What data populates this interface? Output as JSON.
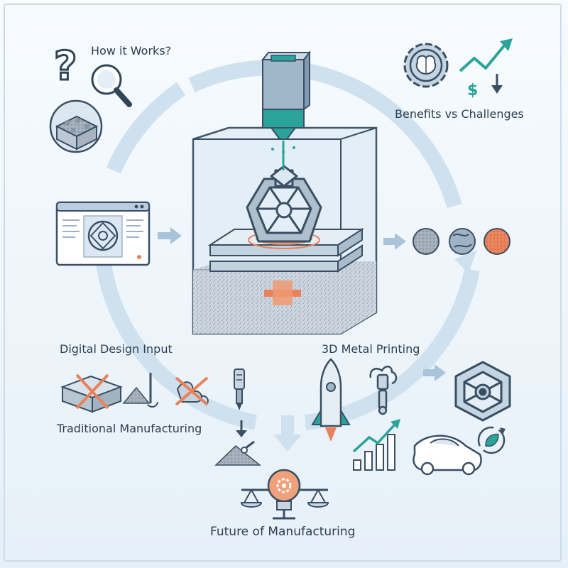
{
  "labels": {
    "how_it_works": "How it Works?",
    "benefits_vs_challenges": "Benefits vs Challenges",
    "digital_design_input": "Digital Design Input",
    "metal_printing": "3D Metal Printing",
    "traditional_manufacturing": "Traditional Manufacturing",
    "future_of_manufacturing": "Future of Manufacturing",
    "dollar_symbol": "$"
  },
  "colors": {
    "ring": "#cfe1ee",
    "stroke": "#3a4f63",
    "teal": "#2aa39a",
    "orange": "#e8825a",
    "metal": "#9db1c2",
    "glass": "#e4eef6"
  },
  "icons": {
    "question": "question-mark-icon",
    "magnifier": "magnifying-glass-icon",
    "powder": "powder-bed-icon",
    "brain_gear": "brain-gear-icon",
    "trend": "trend-arrow-icon",
    "cad": "cad-window-icon",
    "spheres": "metal-powder-spheres-icon",
    "rocket": "rocket-icon",
    "robot_arm": "robot-arm-icon",
    "lattice": "lattice-part-icon",
    "chart": "bar-chart-icon",
    "car": "sports-car-icon",
    "recycle": "eco-recycle-icon",
    "scale_bulb": "scale-bulb-icon"
  }
}
